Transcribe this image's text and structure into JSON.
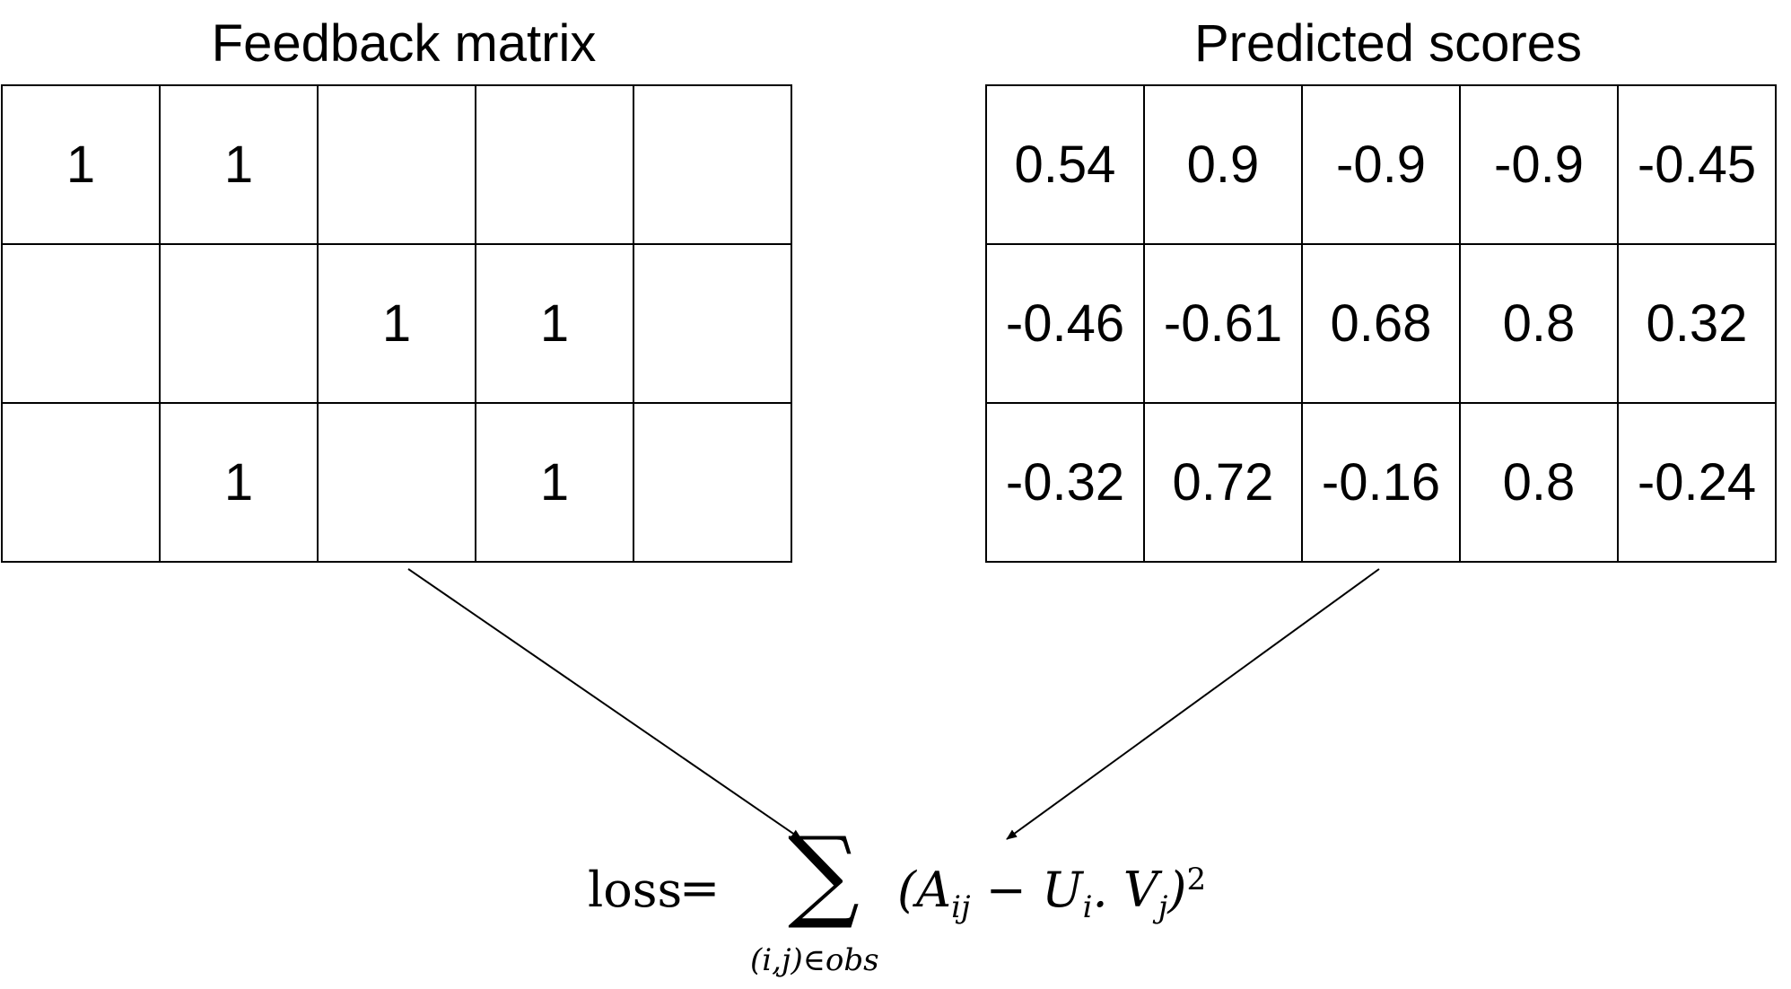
{
  "left_panel": {
    "title": "Feedback matrix",
    "rows": [
      [
        "1",
        "1",
        "",
        "",
        ""
      ],
      [
        "",
        "",
        "1",
        "1",
        ""
      ],
      [
        "",
        "1",
        "",
        "1",
        ""
      ]
    ]
  },
  "right_panel": {
    "title": "Predicted scores",
    "rows": [
      [
        "0.54",
        "0.9",
        "-0.9",
        "-0.9",
        "-0.45"
      ],
      [
        "-0.46",
        "-0.61",
        "0.68",
        "0.8",
        "0.32"
      ],
      [
        "-0.32",
        "0.72",
        "-0.16",
        "0.8",
        "-0.24"
      ]
    ]
  },
  "formula": {
    "lhs": "loss",
    "equals": "=",
    "sum_symbol": "∑",
    "sum_index": "(i,j)∈obs",
    "open_paren": "(",
    "a": "A",
    "a_sub": "ij",
    "minus": " − ",
    "u": "U",
    "u_sub": "i",
    "dot": ". ",
    "v": "V",
    "v_sub": "j",
    "close_paren": ")",
    "exponent": "2"
  }
}
